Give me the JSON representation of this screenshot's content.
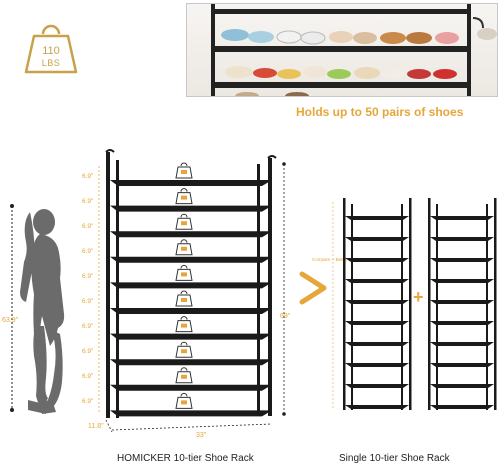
{
  "weight_badge": {
    "value": "110",
    "unit": "LBS",
    "icon": "weight-icon"
  },
  "photo_caption": "Holds up to 50 pairs of shoes",
  "dimensions": {
    "tier_spacing": "6.9\"",
    "tier_count": 10,
    "height": "69\"",
    "width": "33\"",
    "depth": "11.8\"",
    "person_height": "63.9\""
  },
  "arrow_note": "Compare + Better",
  "plus_sign": "+",
  "labels": {
    "left_rack": "HOMICKER 10-tier Shoe Rack",
    "right_rack": "Single 10-tier Shoe Rack"
  },
  "colors": {
    "accent": "#e7a63a",
    "rack": "#1a1a1a",
    "silhouette": "#6b6b6b"
  }
}
